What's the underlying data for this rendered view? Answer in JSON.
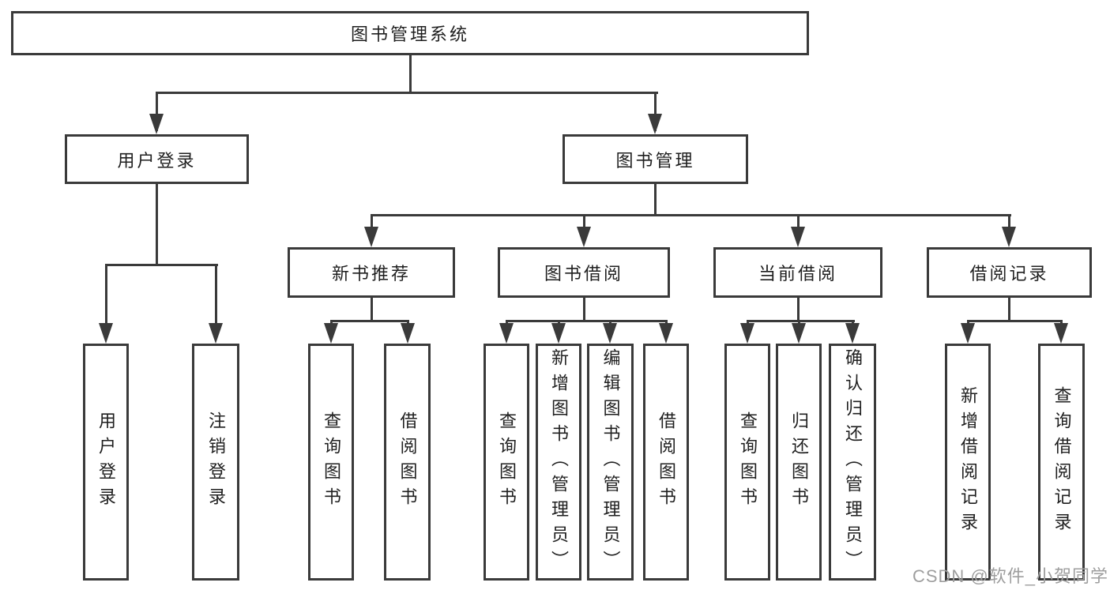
{
  "diagram": {
    "root": "图书管理系统",
    "level2": {
      "user_login": "用户登录",
      "book_management": "图书管理"
    },
    "level3": {
      "new_book_recommend": "新书推荐",
      "book_borrow": "图书借阅",
      "current_borrow": "当前借阅",
      "borrow_records": "借阅记录"
    },
    "leaves": {
      "user_login": "用户登录",
      "logout": "注销登录",
      "rec_query_book": "查询图书",
      "rec_borrow_book": "借阅图书",
      "bor_query_book": "查询图书",
      "bor_add_book": "新增图书（管理员）",
      "bor_edit_book": "编辑图书（管理员）",
      "bor_borrow_book": "借阅图书",
      "cur_query_book": "查询图书",
      "cur_return_book": "归还图书",
      "cur_confirm_return": "确认归还（管理员）",
      "his_add_record": "新增借阅记录",
      "his_query_record": "查询借阅记录"
    }
  },
  "watermark": "CSDN @软件_小贺同学",
  "colors": {
    "line": "#3a3a3a",
    "box_border": "#3a3a3a",
    "text": "#1f1f1f",
    "background": "#ffffff",
    "watermark": "#9e9e9e"
  }
}
